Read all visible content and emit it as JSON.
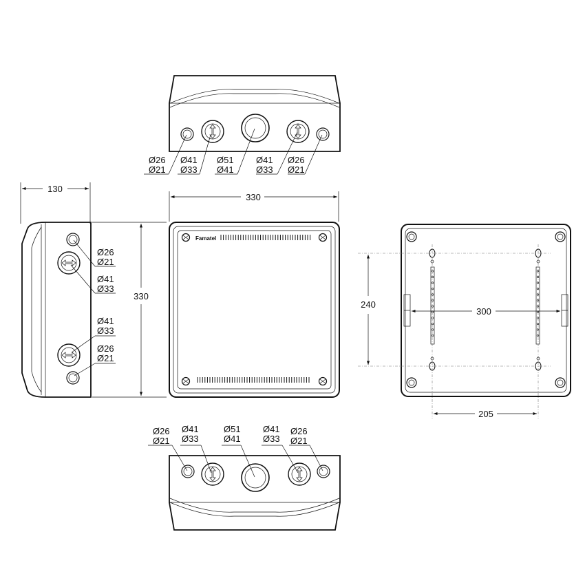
{
  "brand": "Famatel",
  "dimensions": {
    "depth": "130",
    "width": "330",
    "height": "330",
    "mount_vertical": "240",
    "mount_horizontal": "300",
    "mount_bottom": "205"
  },
  "top_view": {
    "labels": [
      {
        "a": "Ø26",
        "b": "Ø21"
      },
      {
        "a": "Ø41",
        "b": "Ø33"
      },
      {
        "a": "Ø51",
        "b": "Ø41"
      },
      {
        "a": "Ø41",
        "b": "Ø33"
      },
      {
        "a": "Ø26",
        "b": "Ø21"
      }
    ]
  },
  "bottom_view": {
    "labels": [
      {
        "a": "Ø26",
        "b": "Ø21"
      },
      {
        "a": "Ø41",
        "b": "Ø33"
      },
      {
        "a": "Ø51",
        "b": "Ø41"
      },
      {
        "a": "Ø41",
        "b": "Ø33"
      },
      {
        "a": "Ø26",
        "b": "Ø21"
      }
    ]
  },
  "side_view": {
    "labels": [
      {
        "a": "Ø26",
        "b": "Ø21"
      },
      {
        "a": "Ø41",
        "b": "Ø33"
      },
      {
        "a": "Ø41",
        "b": "Ø33"
      },
      {
        "a": "Ø26",
        "b": "Ø21"
      }
    ]
  }
}
